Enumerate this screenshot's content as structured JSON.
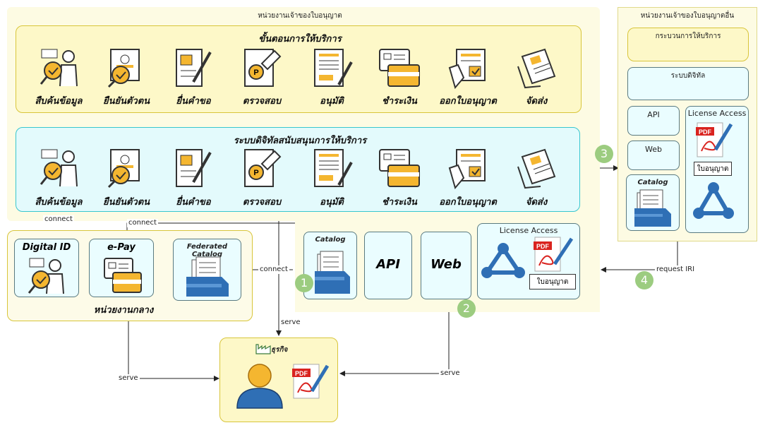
{
  "main_owner": {
    "title": "หน่วยงานเจ้าของใบอนุญาต"
  },
  "other_owner": {
    "title": "หน่วยงานเจ้าของใบอนุญาตอื่น",
    "process": "กระบวนการให้บริการ",
    "digital": "ระบบดิจิทัล",
    "api": "API",
    "web": "Web",
    "catalog": "Catalog",
    "license_access": "License Access",
    "license_doc": "ใบอนุญาต"
  },
  "process_box": {
    "title": "ขั้นตอนการให้บริการ",
    "steps": [
      "สืบค้นข้อมูล",
      "ยืนยันตัวตน",
      "ยื่นคำขอ",
      "ตรวจสอบ",
      "อนุมัติ",
      "ชำระเงิน",
      "ออกใบอนุญาต",
      "จัดส่ง"
    ]
  },
  "digital_box": {
    "title": "ระบบดิจิทัลสนับสนุนการให้บริการ",
    "steps": [
      "สืบค้นข้อมูล",
      "ยืนยันตัวตน",
      "ยื่นคำขอ",
      "ตรวจสอบ",
      "อนุมัติ",
      "ชำระเงิน",
      "ออกใบอนุญาต",
      "จัดส่ง"
    ]
  },
  "central": {
    "title": "หน่วยงานกลาง",
    "digital_id": "Digital ID",
    "epay": "e-Pay",
    "federated": "Federated Catalog"
  },
  "services": {
    "catalog": "Catalog",
    "api": "API",
    "web": "Web",
    "license_access": "License Access",
    "license_doc": "ใบอนุญาต"
  },
  "business": {
    "title": "ธุรกิจ"
  },
  "edges": {
    "connect1": "connect",
    "connect2": "connect",
    "connect3": "connect",
    "serve1": "serve",
    "serve2": "serve",
    "serve3": "serve",
    "request": "request IRI"
  },
  "numbers": [
    "1",
    "2",
    "3",
    "4"
  ],
  "colors": {
    "accent_yellow": "#f4b630",
    "teal": "#38c6cf",
    "green": "#9ccc80",
    "blue": "#2f6fb5"
  }
}
